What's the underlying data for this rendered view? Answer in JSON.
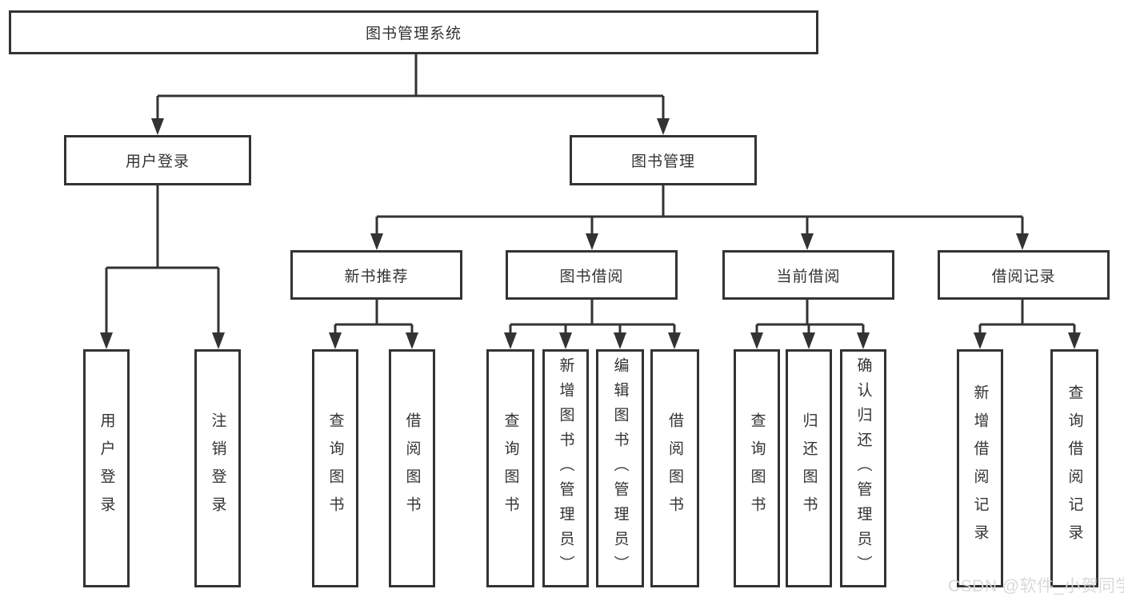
{
  "diagram": {
    "root": {
      "label": "图书管理系统"
    },
    "branches": [
      {
        "label": "用户登录",
        "children": [
          {
            "label": "用户登录"
          },
          {
            "label": "注销登录"
          }
        ]
      },
      {
        "label": "图书管理",
        "children": [
          {
            "label": "新书推荐",
            "children": [
              {
                "label": "查询图书"
              },
              {
                "label": "借阅图书"
              }
            ]
          },
          {
            "label": "图书借阅",
            "children": [
              {
                "label": "查询图书"
              },
              {
                "label": "新增图书（管理员）"
              },
              {
                "label": "编辑图书（管理员）"
              },
              {
                "label": "借阅图书"
              }
            ]
          },
          {
            "label": "当前借阅",
            "children": [
              {
                "label": "查询图书"
              },
              {
                "label": "归还图书"
              },
              {
                "label": "确认归还（管理员）"
              }
            ]
          },
          {
            "label": "借阅记录",
            "children": [
              {
                "label": "新增借阅记录"
              },
              {
                "label": "查询借阅记录"
              }
            ]
          }
        ]
      }
    ]
  },
  "watermark": {
    "text": "CSDN @软件_小贺同学"
  },
  "colors": {
    "line": "#333333",
    "text": "#333333",
    "background": "#ffffff",
    "watermark": "#d7d7d7"
  }
}
